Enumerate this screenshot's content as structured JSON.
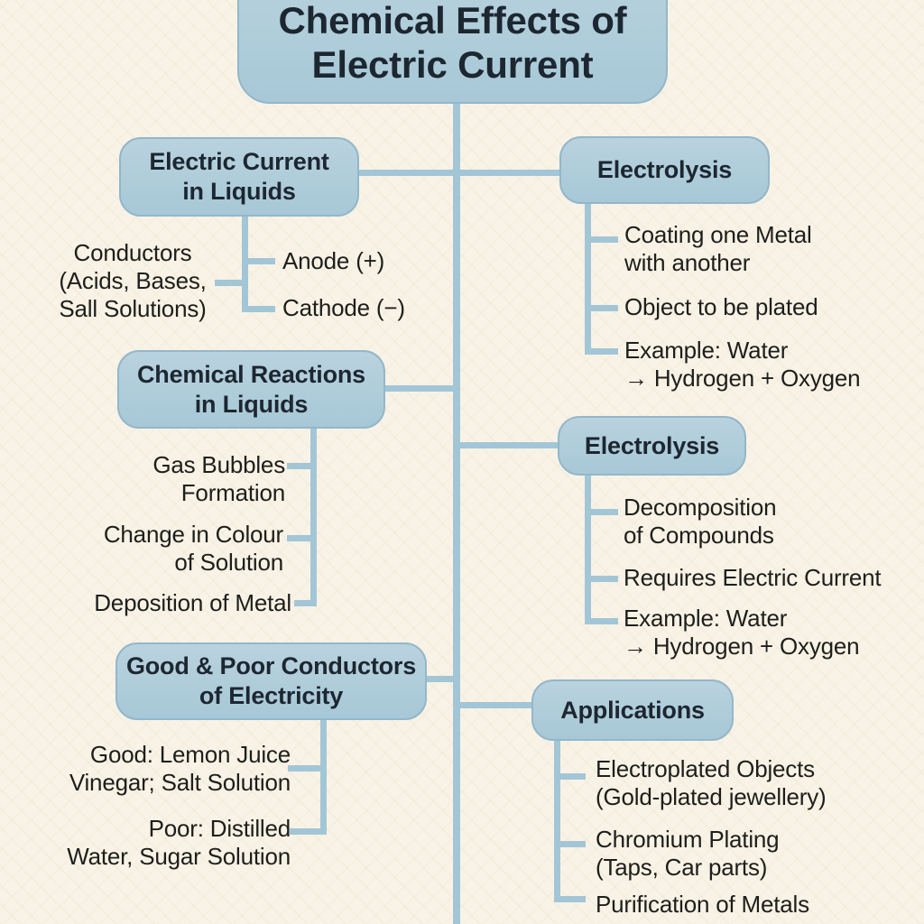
{
  "palette": {
    "background": "#f8f3e6",
    "node_fill": "#aecbd9",
    "node_border": "#93b7ca",
    "connector": "#a3c6d7",
    "heading_text": "#1d2731",
    "body_text": "#1e1e1c"
  },
  "root": {
    "label": "Chemical Effects of\nElectric Current"
  },
  "left": [
    {
      "label": "Electric Current\nin Liquids",
      "note": "Conductors\n(Acids, Bases,\nSall Solutions)",
      "items": [
        "Anode (+)",
        "Cathode (−)"
      ]
    },
    {
      "label": "Chemical Reactions\nin Liquids",
      "items": [
        "Gas Bubbles\nFormation",
        "Change in Colour\nof Solution",
        "Deposition of Metal"
      ]
    },
    {
      "label": "Good & Poor Conductors\nof Electricity",
      "items": [
        "Good: Lemon Juice\nVinegar; Salt Solution",
        "Poor: Distilled\nWater, Sugar Solution"
      ]
    }
  ],
  "right": [
    {
      "label": "Electrolysis",
      "items": [
        "Coating one Metal\nwith another",
        "Object to be plated",
        "Example: Water\n→ Hydrogen + Oxygen"
      ]
    },
    {
      "label": "Electrolysis",
      "items": [
        "Decomposition\nof Compounds",
        "Requires Electric Current",
        "Example: Water\n→ Hydrogen + Oxygen"
      ]
    },
    {
      "label": "Applications",
      "items": [
        "Electroplated Objects\n(Gold-plated jewellery)",
        "Chromium Plating\n(Taps, Car parts)",
        "Purification of Metals"
      ]
    }
  ]
}
